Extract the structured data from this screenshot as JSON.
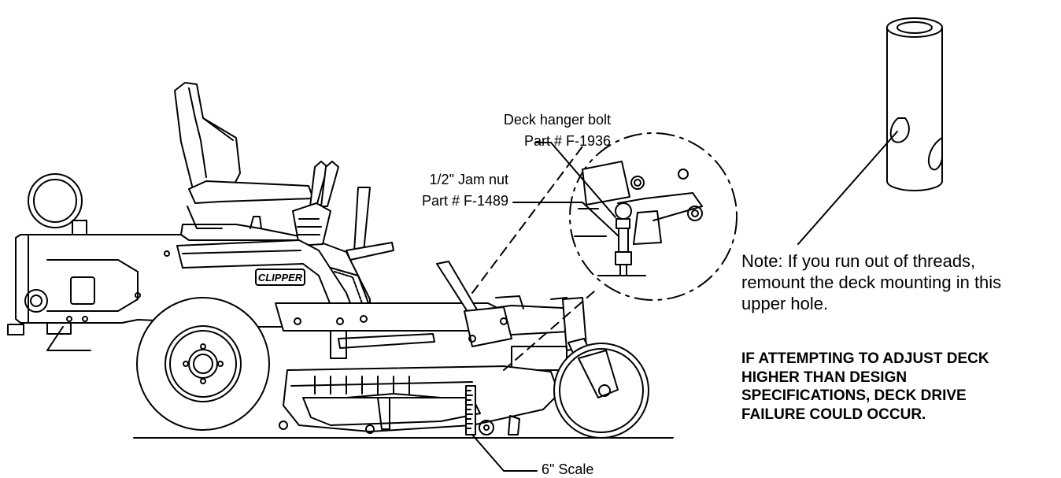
{
  "callouts": {
    "hanger_bolt_name": "Deck hanger bolt",
    "hanger_bolt_part": "Part # F-1936",
    "jam_nut_name": "1/2\" Jam nut",
    "jam_nut_part": "Part # F-1489",
    "scale": "6\" Scale"
  },
  "brand": "CLIPPER",
  "note": {
    "lines": [
      "Note:  If you run out of threads,",
      "remount the deck mounting in this",
      "upper hole."
    ]
  },
  "warning": {
    "lines": [
      "IF ATTEMPTING TO ADJUST DECK",
      "HIGHER THAN DESIGN",
      "SPECIFICATIONS, DECK DRIVE",
      "FAILURE COULD OCCUR."
    ]
  },
  "icons": {
    "mower": "zero-turn-mower-side-view",
    "detail": "deck-hanger-detail-circle",
    "pin": "deck-mount-pin-icon"
  }
}
